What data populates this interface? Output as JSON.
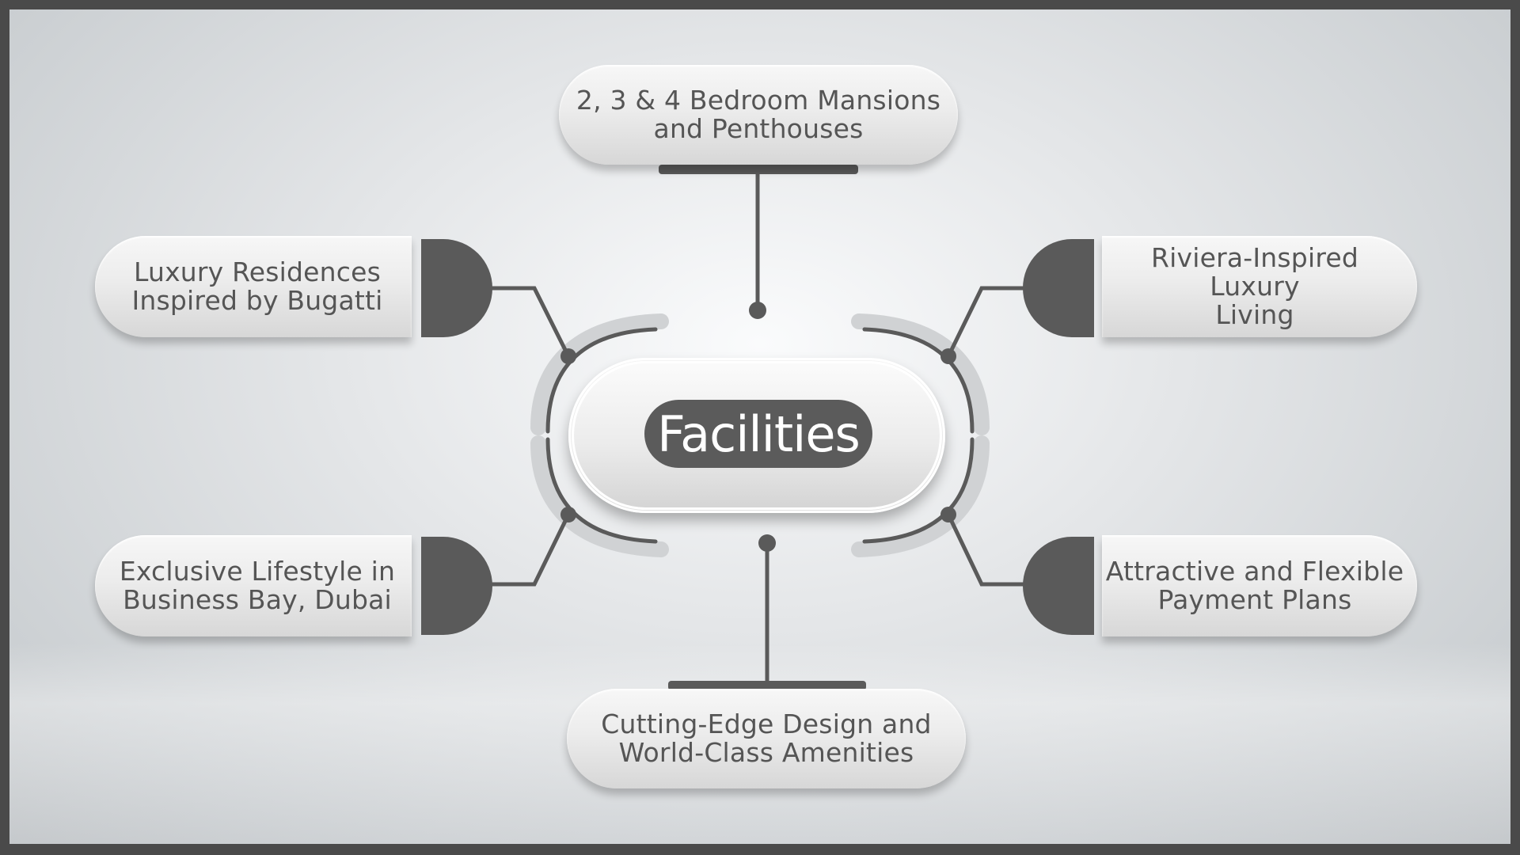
{
  "center": {
    "title": "Facilities"
  },
  "items": {
    "top": {
      "line1": "2, 3 & 4 Bedroom Mansions",
      "line2": "and Penthouses"
    },
    "left_top": {
      "line1": "Luxury Residences",
      "line2": "Inspired by Bugatti"
    },
    "right_top": {
      "line1": "Riviera-Inspired Luxury",
      "line2": "Living"
    },
    "left_bottom": {
      "line1": "Exclusive Lifestyle in",
      "line2": "Business Bay, Dubai"
    },
    "right_bottom": {
      "line1": "Attractive and Flexible",
      "line2": "Payment Plans"
    },
    "bottom": {
      "line1": "Cutting-Edge Design and",
      "line2": "World-Class Amenities"
    }
  },
  "colors": {
    "connector": "#5a5a5a",
    "pill_text": "#555555",
    "badge": "#5b5b5b",
    "frame": "#4a4a4a"
  }
}
